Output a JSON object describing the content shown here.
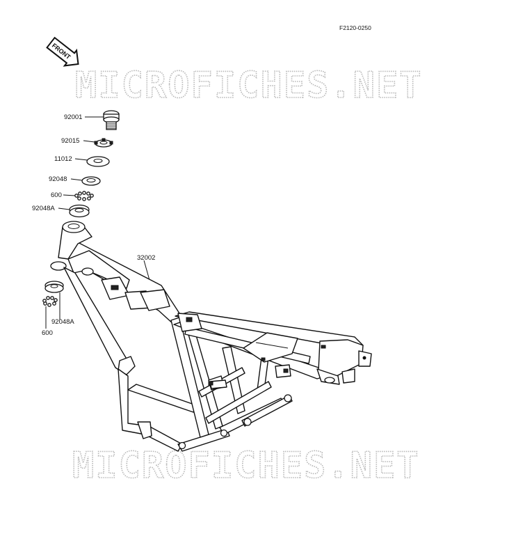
{
  "diagram_code": "F2120-0250",
  "front_arrow_label": "FRONT",
  "watermark": "MICROFICHES.NET",
  "parts": [
    {
      "number": "92001"
    },
    {
      "number": "92015"
    },
    {
      "number": "11012"
    },
    {
      "number": "92048"
    },
    {
      "number": "600"
    },
    {
      "number": "92048A"
    },
    {
      "number": "32002"
    },
    {
      "number": "92048A"
    },
    {
      "number": "600"
    }
  ]
}
